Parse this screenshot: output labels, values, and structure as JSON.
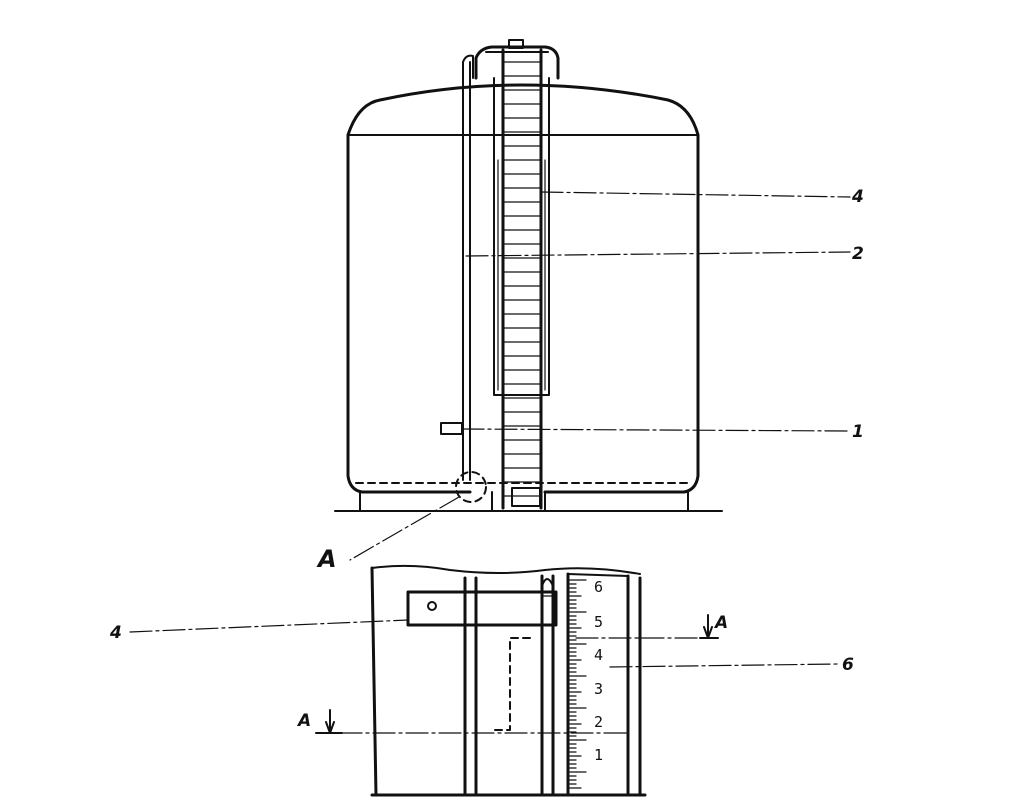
{
  "callouts": {
    "tank_4": "4",
    "tank_2": "2",
    "tank_1": "1",
    "detail_a": "A",
    "detail_4": "4",
    "detail_6": "6",
    "section_a_right": "A",
    "section_a_left": "A"
  },
  "scale_marks": [
    "6",
    "5",
    "4",
    "3",
    "2",
    "1"
  ]
}
